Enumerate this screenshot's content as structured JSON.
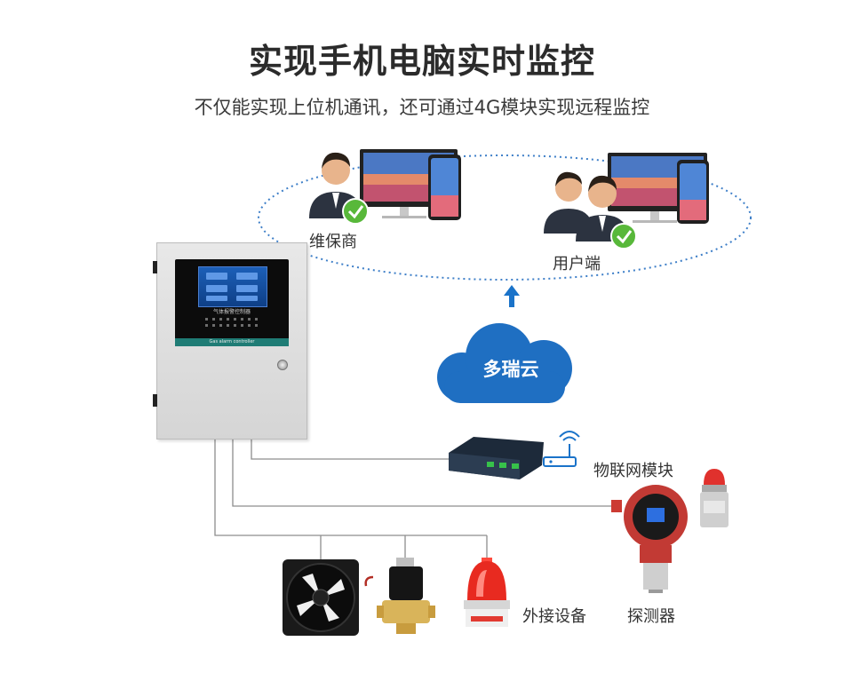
{
  "title": "实现手机电脑实时监控",
  "subtitle": "不仅能实现上位机通讯，还可通过4G模块实现远程监控",
  "labels": {
    "maintainer": "维保商",
    "user": "用户端",
    "cloud": "多瑞云",
    "iot_module": "物联网模块",
    "external_devices": "外接设备",
    "detector": "探测器"
  },
  "controller": {
    "screen_title": "气体报警控制器",
    "screen_subtitle": "Gas alarm controller"
  },
  "colors": {
    "cloud": "#1f6fc2",
    "arrow": "#1a73c9",
    "ellipse": "#3e7fc8",
    "check": "#58b83a",
    "lines": "#8d8d8d"
  }
}
